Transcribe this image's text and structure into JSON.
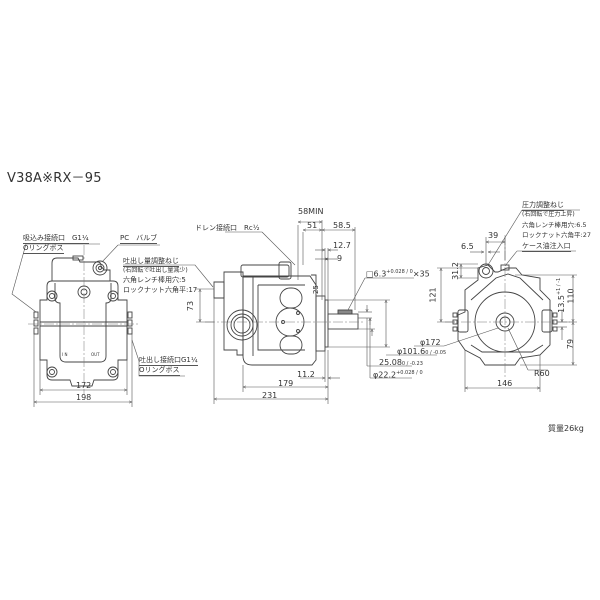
{
  "title": "V38A※RX－95",
  "mass": "質量26kg",
  "front_view": {
    "labels": {
      "suction_port": "吸込み接続口　G1¼",
      "suction_port_type": "Oリングボス",
      "pc_valve": "PC　バルブ",
      "discharge_adjust": "吐出し量調整ねじ",
      "discharge_adjust_note": "(右回転で吐出し量減少)",
      "hex_wrench": "六角レンチ棒用穴:5",
      "lock_nut": "ロックナット六角平:17",
      "discharge_port": "吐出し接続口G1¼",
      "discharge_port_type": "Oリングボス",
      "in_mark": "I N",
      "out_mark": "OUT"
    },
    "dims": {
      "width_inner": "172",
      "width_outer": "198"
    }
  },
  "side_view": {
    "labels": {
      "drain_port": "ドレン接続口　Rc½",
      "key": "□6.3",
      "key_tol": "+0.028 / 0",
      "key_len": "×35"
    },
    "dims": {
      "d58min": "58MIN",
      "d51": "51",
      "d58_5": "58.5",
      "d12_7": "12.7",
      "d9": "9",
      "d25": "25",
      "d73": "73",
      "d11_2": "11.2",
      "d179": "179",
      "d231": "231",
      "phi172": "φ172",
      "phi101_6": "φ101.6",
      "phi101_6_tol": "0 / -0.05",
      "d25_08": "25.08",
      "d25_08_tol": "0 / -0.23",
      "phi22_2": "φ22.2",
      "phi22_2_tol": "+0.028 / 0"
    }
  },
  "rear_view": {
    "labels": {
      "pressure_adjust": "圧力調整ねじ",
      "pressure_adjust_note": "(右回転で圧力上昇)",
      "hex_wrench": "六角レンチ棒用穴:6.5",
      "lock_nut": "ロックナット六角平:27",
      "case_oil_port": "ケース油注入口"
    },
    "dims": {
      "d39": "39",
      "d6_5": "6.5",
      "d31_2": "31.2",
      "d121": "121",
      "d13_5": "13.5",
      "d13_5_tol": "+1 / -1",
      "d110": "110",
      "d79": "79",
      "r60": "R60",
      "d146": "146"
    }
  }
}
